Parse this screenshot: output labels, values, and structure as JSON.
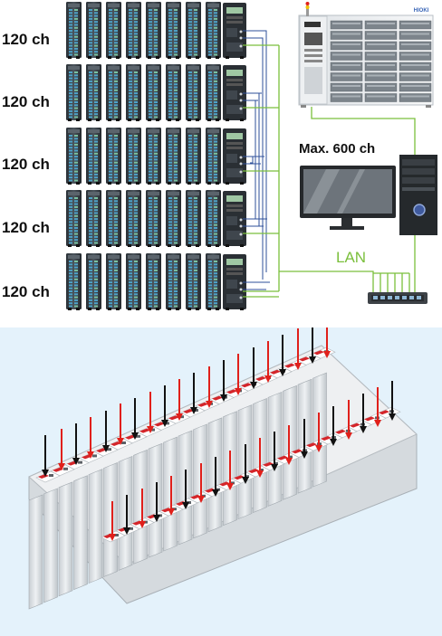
{
  "system": {
    "unit_labels": [
      "120 ch",
      "120 ch",
      "120 ch",
      "120 ch",
      "120 ch"
    ],
    "max_label": "Max. 600 ch",
    "lan_label": "LAN",
    "brand_text": "HIOKI"
  },
  "colors": {
    "lan_line": "#7bbf3c",
    "control_line": "#2e4f9a",
    "arrow_red": "#e0201b",
    "arrow_black": "#111111",
    "panel_bg": "#e4f2fb"
  }
}
